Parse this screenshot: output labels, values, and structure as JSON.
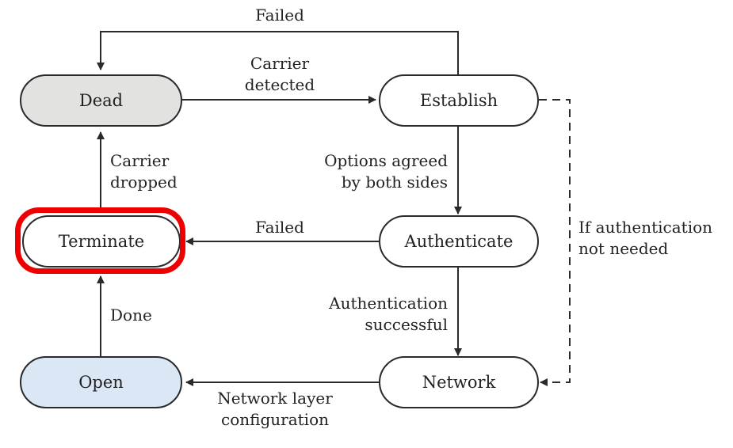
{
  "states": {
    "dead": "Dead",
    "establish": "Establish",
    "terminate": "Terminate",
    "authenticate": "Authenticate",
    "open": "Open",
    "network": "Network"
  },
  "transitions": {
    "failed_top": "Failed",
    "carrier_detected": [
      "Carrier",
      "detected"
    ],
    "options_agreed": [
      "Options agreed",
      "by both sides"
    ],
    "carrier_dropped": [
      "Carrier",
      "dropped"
    ],
    "failed_middle": "Failed",
    "if_auth_not_needed": [
      "If authentication",
      "not needed"
    ],
    "auth_successful": [
      "Authentication",
      "successful"
    ],
    "done": "Done",
    "network_layer_config": [
      "Network layer",
      "configuration"
    ]
  },
  "colors": {
    "dead_fill": "#e2e2e0",
    "open_fill": "#dce7f5",
    "highlight": "#ee0000"
  }
}
